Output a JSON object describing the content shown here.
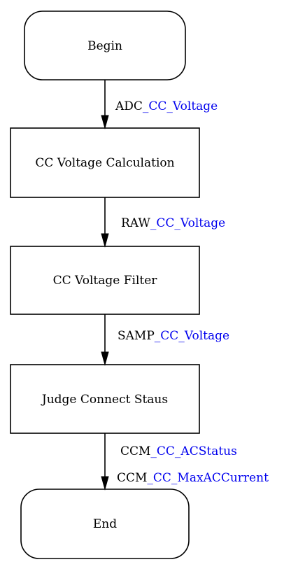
{
  "colors": {
    "prefix": "#000000",
    "signal": "#0000ee",
    "stroke": "#000000"
  },
  "nodes": {
    "begin": {
      "label": "Begin",
      "shape": "rounded"
    },
    "cc_voltage_calculation": {
      "label": "CC Voltage Calculation",
      "shape": "rect"
    },
    "cc_voltage_filter": {
      "label": "CC Voltage Filter",
      "shape": "rect"
    },
    "judge_connect_status": {
      "label": "Judge Connect Staus",
      "shape": "rect"
    },
    "end": {
      "label": "End",
      "shape": "rounded"
    }
  },
  "edges": {
    "begin_to_calc": {
      "labels": [
        {
          "prefix": "ADC",
          "signal": "_CC_Voltage"
        }
      ]
    },
    "calc_to_filter": {
      "labels": [
        {
          "prefix": "RAW",
          "signal": "_CC_Voltage"
        }
      ]
    },
    "filter_to_judge": {
      "labels": [
        {
          "prefix": "SAMP",
          "signal": "_CC_Voltage"
        }
      ]
    },
    "judge_to_end": {
      "labels": [
        {
          "prefix": "CCM",
          "signal": "_CC_ACStatus"
        },
        {
          "prefix": "CCM",
          "signal": "_CC_MaxACCurrent"
        }
      ]
    }
  }
}
